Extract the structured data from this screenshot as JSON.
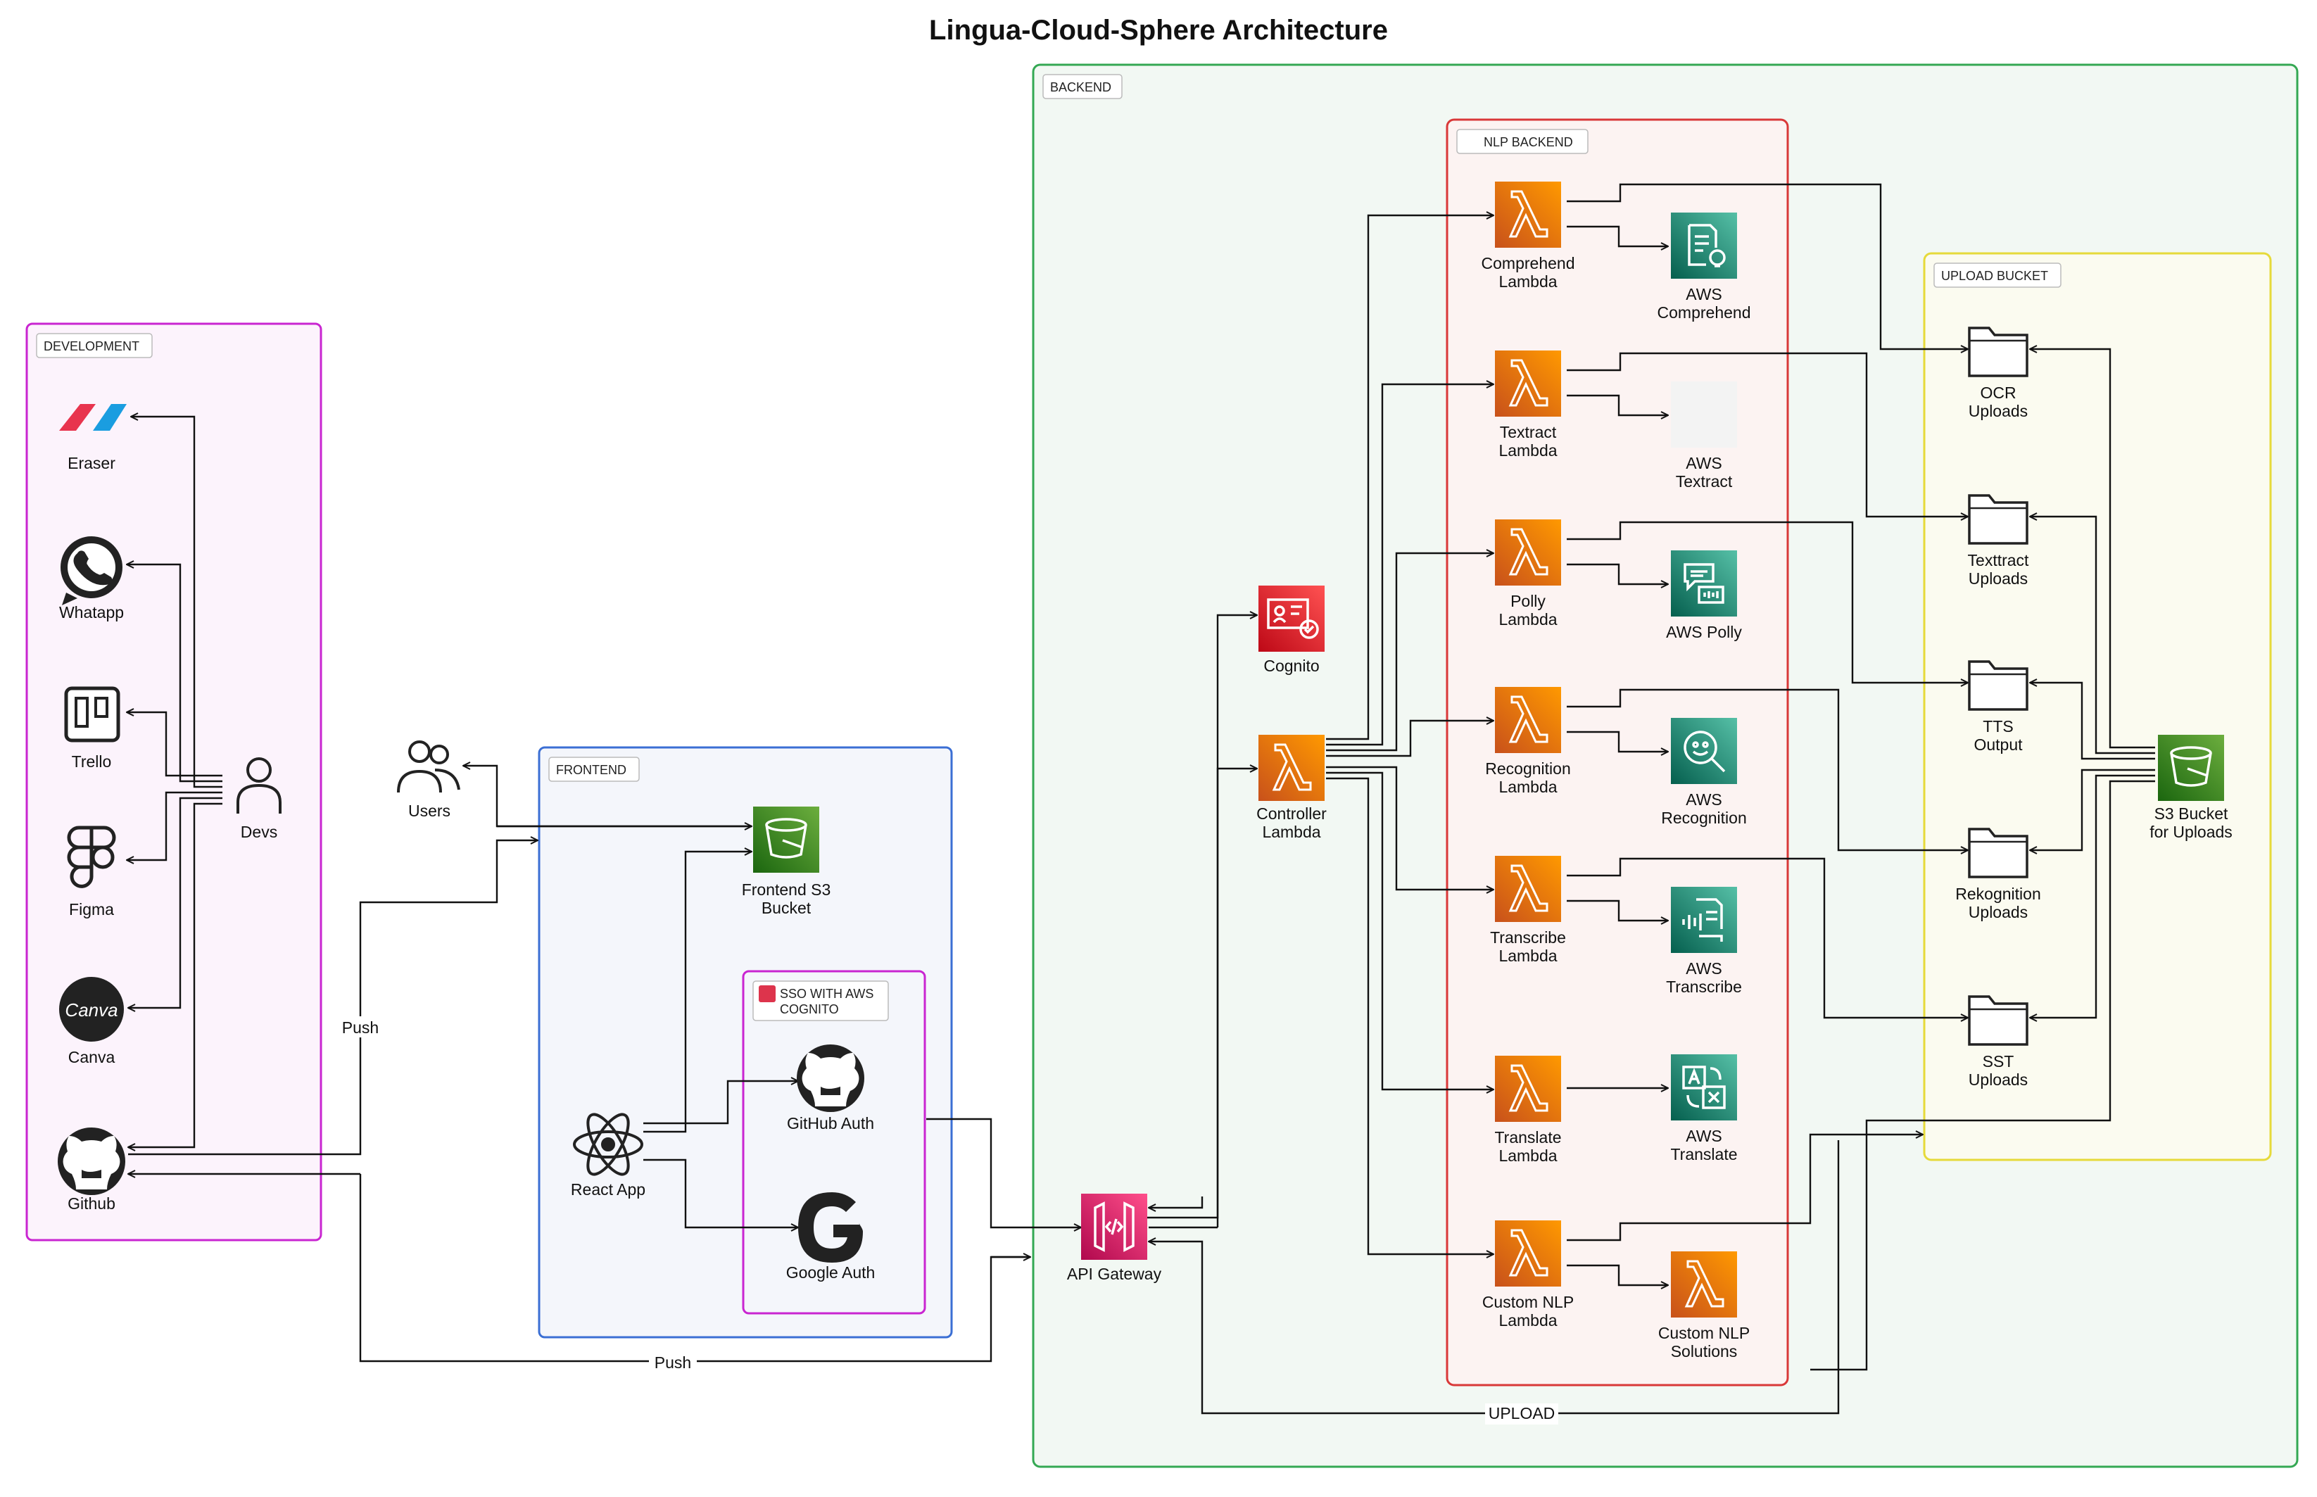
{
  "title": "Lingua-Cloud-Sphere Architecture",
  "groups": {
    "development": "DEVELOPMENT",
    "frontend": "FRONTEND",
    "sso": [
      "SSO WITH AWS",
      "COGNITO"
    ],
    "backend": "BACKEND",
    "nlp_backend": "NLP BACKEND",
    "upload_bucket": "UPLOAD BUCKET"
  },
  "development_tools": [
    {
      "label": "Eraser",
      "icon": "eraser-icon"
    },
    {
      "label": "Whatapp",
      "icon": "whatsapp-icon"
    },
    {
      "label": "Trello",
      "icon": "trello-icon"
    },
    {
      "label": "Figma",
      "icon": "figma-icon"
    },
    {
      "label": "Canva",
      "icon": "canva-icon"
    },
    {
      "label": "Github",
      "icon": "github-icon"
    }
  ],
  "devs": {
    "label": "Devs",
    "icon": "user-icon"
  },
  "users": {
    "label": "Users",
    "icon": "users-icon"
  },
  "frontend": {
    "s3": [
      "Frontend S3",
      "Bucket"
    ],
    "react": "React App",
    "github_auth": "GitHub Auth",
    "google_auth": "Google Auth"
  },
  "backend": {
    "api_gateway": "API Gateway",
    "cognito": "Cognito",
    "controller": [
      "Controller",
      "Lambda"
    ]
  },
  "lambdas": [
    {
      "lines": [
        "Comprehend",
        "Lambda"
      ]
    },
    {
      "lines": [
        "Textract",
        "Lambda"
      ]
    },
    {
      "lines": [
        "Polly",
        "Lambda"
      ]
    },
    {
      "lines": [
        "Recognition",
        "Lambda"
      ]
    },
    {
      "lines": [
        "Transcribe",
        "Lambda"
      ]
    },
    {
      "lines": [
        "Translate",
        "Lambda"
      ]
    },
    {
      "lines": [
        "Custom NLP",
        "Lambda"
      ]
    }
  ],
  "services": [
    {
      "lines": [
        "AWS",
        "Comprehend"
      ],
      "icon": "comprehend-icon"
    },
    {
      "lines": [
        "AWS",
        "Textract"
      ],
      "icon": "textract-icon"
    },
    {
      "lines": [
        "AWS Polly"
      ],
      "icon": "polly-icon"
    },
    {
      "lines": [
        "AWS",
        "Recognition"
      ],
      "icon": "rekognition-icon"
    },
    {
      "lines": [
        "AWS",
        "Transcribe"
      ],
      "icon": "transcribe-icon"
    },
    {
      "lines": [
        "AWS",
        "Translate"
      ],
      "icon": "translate-icon"
    },
    {
      "lines": [
        "Custom NLP",
        "Solutions"
      ],
      "icon": "lambda-icon"
    }
  ],
  "upload_folders": [
    {
      "lines": [
        "OCR",
        "Uploads"
      ]
    },
    {
      "lines": [
        "Texttract",
        "Uploads"
      ]
    },
    {
      "lines": [
        "TTS",
        "Output"
      ]
    },
    {
      "lines": [
        "Rekognition",
        "Uploads"
      ]
    },
    {
      "lines": [
        "SST",
        "Uploads"
      ]
    }
  ],
  "s3_uploads": [
    "S3 Bucket",
    "for Uploads"
  ],
  "edge_labels": {
    "push_top": "Push",
    "push_bottom": "Push",
    "upload": "UPLOAD"
  },
  "colors": {
    "lambda_orange": "#ED7100",
    "ml_teal": "#01A88D",
    "s3_green": "#3F8624",
    "cognito_red": "#DD344C",
    "apigw_pink": "#E7157B",
    "dev_border": "#C925D1",
    "frontend_border": "#3B6FD4",
    "backend_border": "#34A853",
    "nlp_border": "#D93838",
    "upload_border": "#E6DA3A"
  }
}
